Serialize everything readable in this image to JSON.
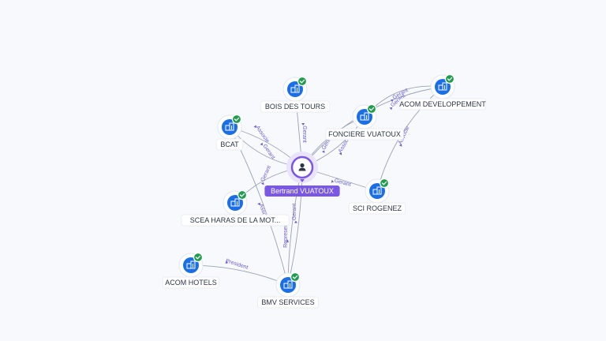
{
  "center": {
    "id": "center",
    "label": "Bertrand VUATOUX",
    "icon": "person-icon"
  },
  "companies": [
    {
      "id": "bois",
      "label": "BOIS DES TOURS",
      "icon": "building-icon",
      "verified": true
    },
    {
      "id": "bcat",
      "label": "BCAT",
      "icon": "building-icon",
      "verified": true
    },
    {
      "id": "fonc",
      "label": "FONCIERE VUATOUX",
      "icon": "building-icon",
      "verified": true
    },
    {
      "id": "acomd",
      "label": "ACOM DEVELOPPEMENT",
      "icon": "building-icon",
      "verified": true
    },
    {
      "id": "scea",
      "label": "SCEA HARAS DE LA MOT...",
      "icon": "building-icon",
      "verified": true
    },
    {
      "id": "sci",
      "label": "SCI ROGENEZ",
      "icon": "building-icon",
      "verified": true
    },
    {
      "id": "acomh",
      "label": "ACOM HOTELS",
      "icon": "building-icon",
      "verified": true
    },
    {
      "id": "bmv",
      "label": "BMV SERVICES",
      "icon": "building-icon",
      "verified": true
    }
  ],
  "relations": [
    {
      "from": "center",
      "to": "bois",
      "label": "Gerant"
    },
    {
      "from": "center",
      "to": "bcat",
      "label": "Gerant"
    },
    {
      "from": "center",
      "to": "bcat",
      "label": "Associe"
    },
    {
      "from": "center",
      "to": "fonc",
      "label": "Gerant"
    },
    {
      "from": "center",
      "to": "fonc",
      "label": "Associe"
    },
    {
      "from": "center",
      "to": "acomd",
      "label": "Gerant"
    },
    {
      "from": "center",
      "to": "sci",
      "label": "Gerant"
    },
    {
      "from": "center",
      "to": "scea",
      "label": "Gerant"
    },
    {
      "from": "center",
      "to": "bmv",
      "label": "Gerant"
    },
    {
      "from": "center",
      "to": "bmv",
      "label": "Representant"
    },
    {
      "from": "fonc",
      "to": "acomd",
      "label": "Gerant"
    },
    {
      "from": "sci",
      "to": "acomd",
      "label": "Associe"
    },
    {
      "from": "bcat",
      "to": "bmv",
      "label": "Associe"
    },
    {
      "from": "bmv",
      "to": "acomh",
      "label": "President"
    }
  ],
  "colors": {
    "accent": "#7b57e6",
    "company": "#1a6ee6",
    "verified": "#1f9d4c",
    "edge": "#9aa3b5",
    "edge_label": "#6a5fd0"
  }
}
